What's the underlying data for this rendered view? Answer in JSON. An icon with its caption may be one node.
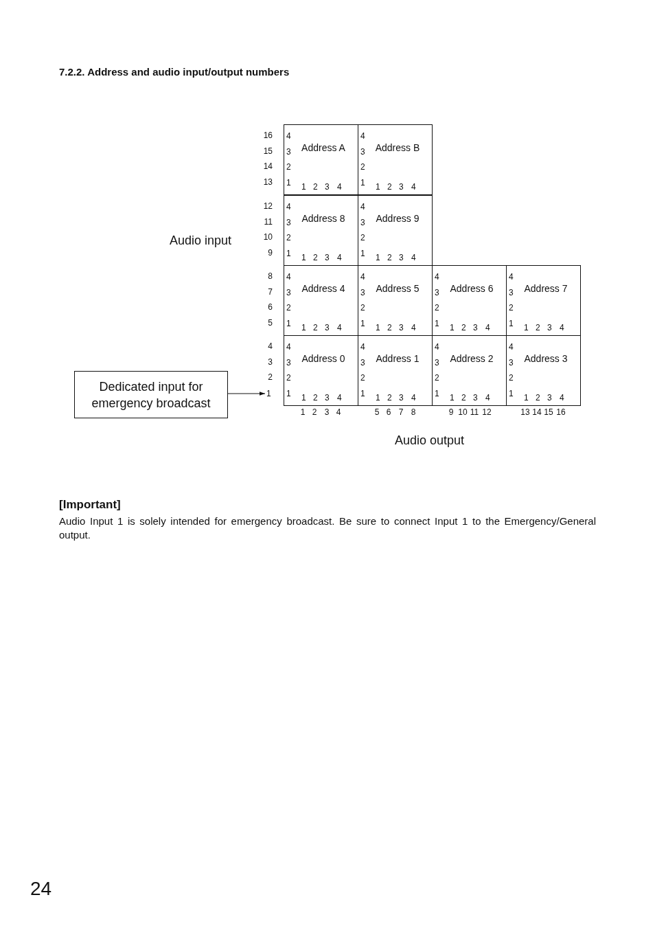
{
  "diagram": {
    "title": "7.2.2. Address and audio input/output numbers",
    "nodes": [
      {
        "text": [
          "Address A",
          "4",
          "3",
          "2",
          "1",
          "1",
          "2",
          "3",
          "4"
        ]
      },
      {
        "text": [
          "Address B",
          "4",
          "3",
          "2",
          "1",
          "1",
          "2",
          "3",
          "4"
        ]
      },
      {
        "text": [
          "Address 8",
          "4",
          "3",
          "2",
          "1",
          "1",
          "2",
          "3",
          "4"
        ]
      },
      {
        "text": [
          "Address 9",
          "4",
          "3",
          "2",
          "1",
          "1",
          "2",
          "3",
          "4"
        ]
      },
      {
        "text": [
          "Address 4",
          "4",
          "3",
          "2",
          "1",
          "1",
          "2",
          "3",
          "4"
        ]
      },
      {
        "text": [
          "Address 5",
          "4",
          "3",
          "2",
          "1",
          "1",
          "2",
          "3",
          "4"
        ]
      },
      {
        "text": [
          "Address 6",
          "4",
          "3",
          "2",
          "1",
          "1",
          "2",
          "3",
          "4"
        ]
      },
      {
        "text": [
          "Address 7",
          "4",
          "3",
          "2",
          "1",
          "1",
          "2",
          "3",
          "4"
        ]
      },
      {
        "text": [
          "Address 0",
          "4",
          "3",
          "2",
          "1",
          "1",
          "2",
          "3",
          "4"
        ]
      },
      {
        "text": [
          "Address 1",
          "4",
          "3",
          "2",
          "1",
          "1",
          "2",
          "3",
          "4"
        ]
      },
      {
        "text": [
          "Address 2",
          "4",
          "3",
          "2",
          "1",
          "1",
          "2",
          "3",
          "4"
        ]
      },
      {
        "text": [
          "Address 3",
          "4",
          "3",
          "2",
          "1",
          "1",
          "2",
          "3",
          "4"
        ]
      },
      {
        "text": [
          "Dedicated input for emergency broadcast"
        ]
      },
      {
        "text": [
          "1"
        ]
      }
    ],
    "edges": [
      {
        "from": 12,
        "to": 13,
        "arrow": "to"
      }
    ],
    "labels": [
      "16",
      "15",
      "14",
      "13",
      "12",
      "11",
      "10",
      "9",
      "Audio input",
      "8",
      "7",
      "6",
      "5",
      "4",
      "3",
      "2",
      "1",
      "2",
      "3",
      "4",
      "5",
      "6",
      "7",
      "8",
      "9",
      "10",
      "11",
      "12",
      "13",
      "14",
      "15",
      "16",
      "Audio output",
      "[Important]",
      "Audio Input 1 is solely intended for emergency broadcast. Be sure to connect Input 1 to the Emergency/General output.",
      "24"
    ]
  }
}
